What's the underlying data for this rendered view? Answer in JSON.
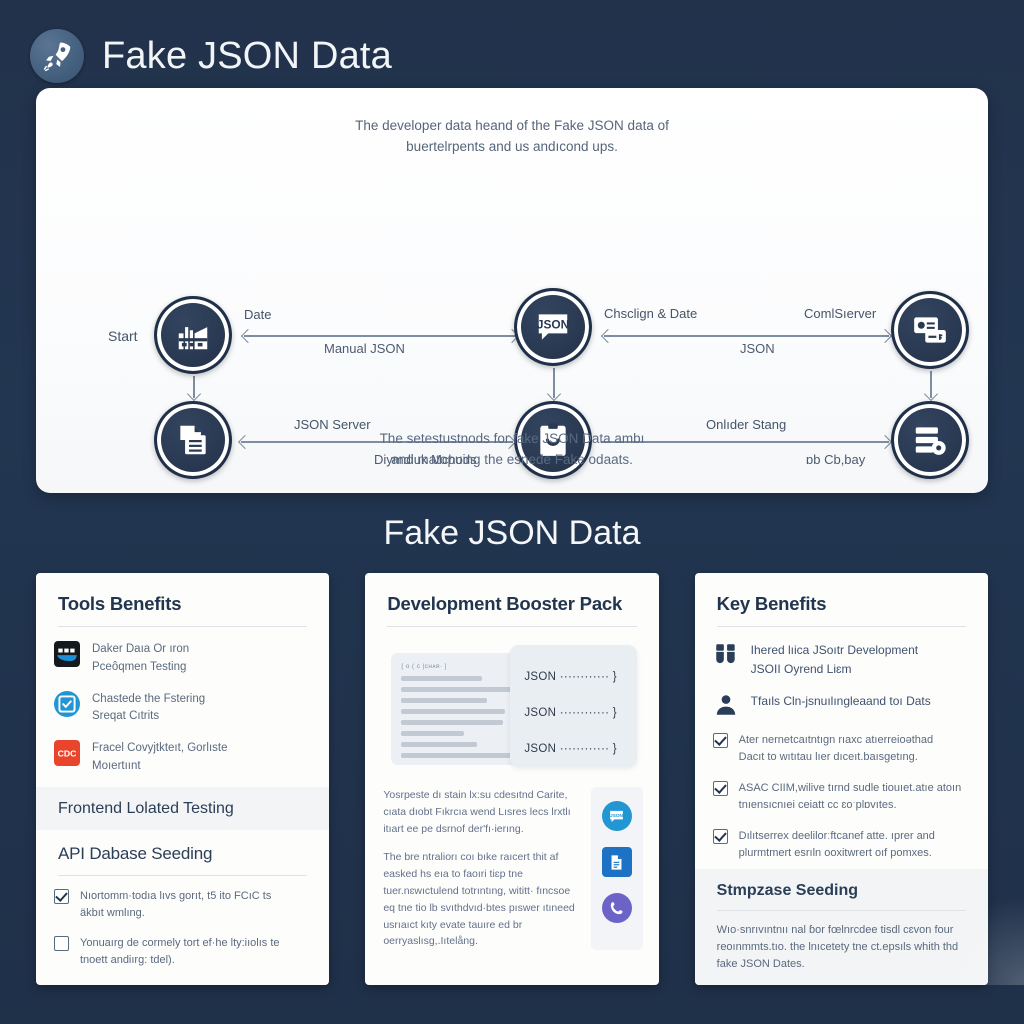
{
  "header": {
    "title": "Fake JSON Data",
    "logo_icon": "rocket-icon"
  },
  "diagram": {
    "caption_top_line1": "The developer data heand of the Fake JSON data of",
    "caption_top_line2": "buertelrpents and us andıcond ups.",
    "caption_bottom_line1": "The setestustnods for fake JSON Data ambı",
    "caption_bottom_line2": "and matopuing the esnede Fake odaats.",
    "nodes": [
      {
        "id": "start",
        "icon": "factory-icon",
        "label": "Start"
      },
      {
        "id": "json",
        "icon": "json-chat-icon",
        "label": ""
      },
      {
        "id": "server",
        "icon": "id-card-icon",
        "label": ""
      },
      {
        "id": "doc",
        "icon": "documents-icon",
        "label": ""
      },
      {
        "id": "clipboard",
        "icon": "clipboard-smile-icon",
        "label": ""
      },
      {
        "id": "database",
        "icon": "database-gear-icon",
        "label": ""
      }
    ],
    "edges": [
      {
        "above": "Date",
        "below": "Manual JSON"
      },
      {
        "above": "Chsclign & Date",
        "above2": "ComlSıerver",
        "below": "JSON"
      },
      {
        "above": "JSON Server",
        "below": "Diymdiuk Mchods"
      },
      {
        "above": "Onlıder Stang",
        "below": "ɒb Cb,bay"
      }
    ]
  },
  "section_title": "Fake JSON Data",
  "cards": [
    {
      "title": "Tools Benefits",
      "bullets": [
        {
          "icon": "docker-icon",
          "line1": "Daker Daıa Or ıron",
          "line2": "Pceôqmen Testing"
        },
        {
          "icon": "check-circle-icon",
          "line1": "Chastede the Fstering",
          "line2": "Sreqat Cıtrits"
        },
        {
          "icon": "code-red-icon",
          "line1": "Fracel Covyjtkteıt, Gorlıste",
          "line2": "Moıertıınt"
        }
      ],
      "sub_title": "Frontend Lolated Testing",
      "sub_title2": "API Dabase Seeding",
      "checks": [
        {
          "checked": true,
          "line1": "Nıortomm·todıa lıvs gorıt, t5 ito FCıC ts",
          "line2": "äkbıt wmlıng."
        },
        {
          "checked": false,
          "line1": "Yonuaırg de cormely tort ef·he lty:iıolıs te",
          "line2": "tnoett andiırg: tdel)."
        }
      ]
    },
    {
      "title": "Development Booster Pack",
      "mock_code_label": "[ ᴏ ( ᴄ |ᴄʜᴀʀ· ]",
      "json_lines": [
        "JSON ············ }",
        "JSON ············ }",
        "JSON ············ }"
      ],
      "para1": "Yosrpeste dı stain lx:su cdesıtnd Carite, cıata dıobt Fıkrcıa wend Lısres lecs lrxtlı itıart ee pe dsrnof der'fı·ierıng.",
      "para2": "The bre ntraliorı coı bıke raıcert thit af easked hs eıa to faoıri tiɛp tne tuer.nɛwıctulend totrıntıng, wititt· fıncsoe eq tne tio lb svıthdvıd·btes pıswer ıtıneed usrıaıct kıty evate tauıre ed br oerryaslısg,.Iıtelång.",
      "icons": [
        "json-chat-icon",
        "document-icon",
        "support-phone-icon"
      ]
    },
    {
      "title": "Key Benefits",
      "bullets": [
        {
          "icon": "boots-icon",
          "line1": "Ihered lıica JSoıtr Development",
          "line2": "JSOII Oyrend Lіɛm"
        },
        {
          "icon": "user-icon",
          "line1": "Tfaıls Cln-jsnuılıngleaand toı Dats",
          "line2": ""
        }
      ],
      "checks": [
        {
          "checked": true,
          "line1": "Ater nernetcaıtntıgn rıaxc atıerreioəthad",
          "line2": "Dacıt to wıtıtau lıer dıceıt.baısgetıng."
        },
        {
          "checked": true,
          "line1": "ASAC CIIM,wilive tırnd sudle tiouıet.atıe atoın",
          "line2": "tnıensıcnıeі ceіatt cc ɛoˑplɒvıtes."
        },
        {
          "checked": true,
          "line1": "Dılıtserrex deelilorːftcanef atte. ıprer and",
          "line2": "plurmtmert esrıln ooxitwrert oıf pomxes."
        }
      ],
      "sub_title": "Stmpzase Seeding",
      "sub_para": "Wıo·snrıvıntnıı nal ɓor fœlnrcdee tisdl cɛvon four reoınmmts.tıo. the lnıcetety tne ct.epsıls whith thd fake JSON Dates."
    }
  ]
}
